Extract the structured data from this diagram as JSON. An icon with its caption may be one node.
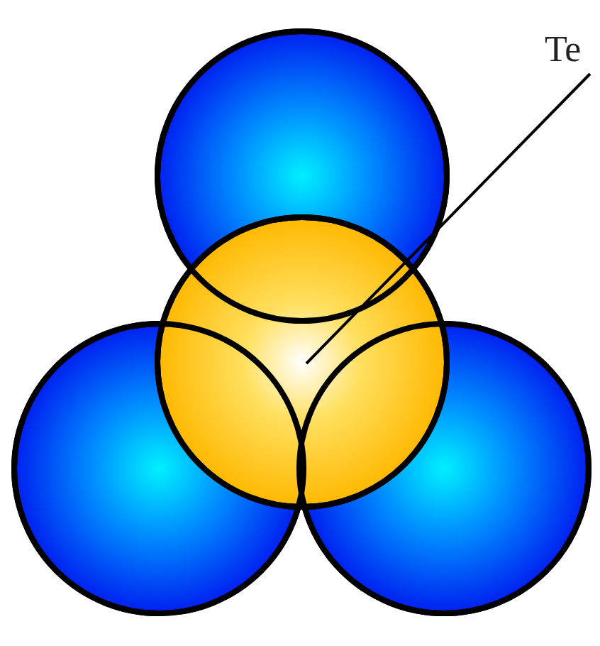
{
  "diagram": {
    "nodes": [
      {
        "text": [
          "Te"
        ]
      },
      {
        "text": [],
        "shape": "circle"
      },
      {
        "text": [],
        "shape": "circle"
      },
      {
        "text": [],
        "shape": "circle"
      },
      {
        "text": [],
        "shape": "circle"
      }
    ],
    "edges": [
      {
        "from": 0,
        "to": 4,
        "arrow": "none"
      }
    ]
  }
}
